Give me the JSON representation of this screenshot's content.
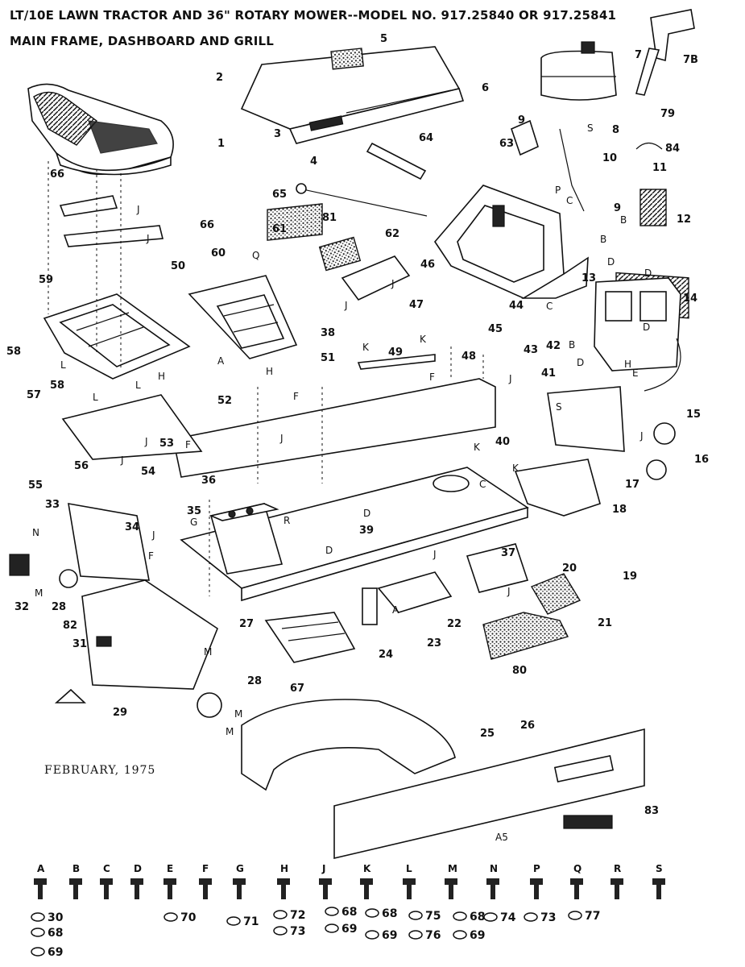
{
  "title_line1": "LT/10E LAWN TRACTOR AND 36\" ROTARY MOWER--MODEL NO. 917.25840 OR 917.25841",
  "title_line2": "MAIN FRAME, DASHBOARD AND GRILL",
  "date": "FEBRUARY, 1975",
  "a5_label": "A5",
  "callouts": [
    {
      "n": "1"
    },
    {
      "n": "2"
    },
    {
      "n": "3"
    },
    {
      "n": "4"
    },
    {
      "n": "5"
    },
    {
      "n": "6"
    },
    {
      "n": "7"
    },
    {
      "n": "7B"
    },
    {
      "n": "79"
    },
    {
      "n": "8"
    },
    {
      "n": "9"
    },
    {
      "n": "9"
    },
    {
      "n": "10"
    },
    {
      "n": "84"
    },
    {
      "n": "11"
    },
    {
      "n": "12"
    },
    {
      "n": "63"
    },
    {
      "n": "64"
    },
    {
      "n": "65"
    },
    {
      "n": "66"
    },
    {
      "n": "66"
    },
    {
      "n": "61"
    },
    {
      "n": "81"
    },
    {
      "n": "62"
    },
    {
      "n": "60"
    },
    {
      "n": "50"
    },
    {
      "n": "46"
    },
    {
      "n": "47"
    },
    {
      "n": "13"
    },
    {
      "n": "14"
    },
    {
      "n": "59"
    },
    {
      "n": "38"
    },
    {
      "n": "51"
    },
    {
      "n": "44"
    },
    {
      "n": "45"
    },
    {
      "n": "43"
    },
    {
      "n": "42"
    },
    {
      "n": "49"
    },
    {
      "n": "48"
    },
    {
      "n": "41"
    },
    {
      "n": "15"
    },
    {
      "n": "58"
    },
    {
      "n": "58"
    },
    {
      "n": "57"
    },
    {
      "n": "52"
    },
    {
      "n": "53"
    },
    {
      "n": "54"
    },
    {
      "n": "56"
    },
    {
      "n": "55"
    },
    {
      "n": "40"
    },
    {
      "n": "16"
    },
    {
      "n": "17"
    },
    {
      "n": "36"
    },
    {
      "n": "18"
    },
    {
      "n": "33"
    },
    {
      "n": "34"
    },
    {
      "n": "35"
    },
    {
      "n": "39"
    },
    {
      "n": "37"
    },
    {
      "n": "19"
    },
    {
      "n": "32"
    },
    {
      "n": "28"
    },
    {
      "n": "82"
    },
    {
      "n": "20"
    },
    {
      "n": "21"
    },
    {
      "n": "22"
    },
    {
      "n": "23"
    },
    {
      "n": "24"
    },
    {
      "n": "31"
    },
    {
      "n": "27"
    },
    {
      "n": "80"
    },
    {
      "n": "67"
    },
    {
      "n": "28"
    },
    {
      "n": "29"
    },
    {
      "n": "25"
    },
    {
      "n": "26"
    },
    {
      "n": "83"
    }
  ],
  "letters": [
    {
      "t": "S"
    },
    {
      "t": "P"
    },
    {
      "t": "C"
    },
    {
      "t": "B"
    },
    {
      "t": "B"
    },
    {
      "t": "D"
    },
    {
      "t": "D"
    },
    {
      "t": "J"
    },
    {
      "t": "J"
    },
    {
      "t": "Q"
    },
    {
      "t": "J"
    },
    {
      "t": "J"
    },
    {
      "t": "C"
    },
    {
      "t": "D"
    },
    {
      "t": "B"
    },
    {
      "t": "K"
    },
    {
      "t": "K"
    },
    {
      "t": "F"
    },
    {
      "t": "D"
    },
    {
      "t": "E"
    },
    {
      "t": "H"
    },
    {
      "t": "J"
    },
    {
      "t": "L"
    },
    {
      "t": "L"
    },
    {
      "t": "L"
    },
    {
      "t": "H"
    },
    {
      "t": "A"
    },
    {
      "t": "H"
    },
    {
      "t": "F"
    },
    {
      "t": "F"
    },
    {
      "t": "J"
    },
    {
      "t": "S"
    },
    {
      "t": "J"
    },
    {
      "t": "J"
    },
    {
      "t": "K"
    },
    {
      "t": "K"
    },
    {
      "t": "C"
    },
    {
      "t": "R"
    },
    {
      "t": "G"
    },
    {
      "t": "N"
    },
    {
      "t": "F"
    },
    {
      "t": "J"
    },
    {
      "t": "D"
    },
    {
      "t": "J"
    },
    {
      "t": "J"
    },
    {
      "t": "M"
    },
    {
      "t": "A"
    },
    {
      "t": "M"
    },
    {
      "t": "M"
    },
    {
      "t": "M"
    },
    {
      "t": "D"
    },
    {
      "t": "J"
    }
  ],
  "hardware": {
    "letters": [
      "A",
      "B",
      "C",
      "D",
      "E",
      "F",
      "G",
      "H",
      "J",
      "K",
      "L",
      "M",
      "N",
      "P",
      "Q",
      "R",
      "S"
    ],
    "numbers": [
      {
        "n": "30"
      },
      {
        "n": "68"
      },
      {
        "n": "69"
      },
      {
        "n": "70"
      },
      {
        "n": "71"
      },
      {
        "n": "72"
      },
      {
        "n": "73"
      },
      {
        "n": "68"
      },
      {
        "n": "69"
      },
      {
        "n": "68"
      },
      {
        "n": "69"
      },
      {
        "n": "75"
      },
      {
        "n": "76"
      },
      {
        "n": "68"
      },
      {
        "n": "69"
      },
      {
        "n": "74"
      },
      {
        "n": "73"
      },
      {
        "n": "77"
      }
    ]
  }
}
